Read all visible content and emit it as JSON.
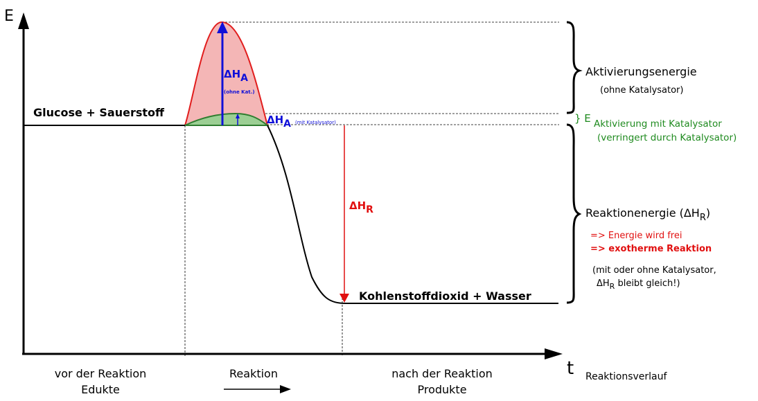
{
  "axes": {
    "y_label": "E",
    "x_label": "t",
    "x_sub": "Reaktionsverlauf"
  },
  "levels": {
    "educts": "Glucose + Sauerstoff",
    "products": "Kohlenstoffdioxid + Wasser"
  },
  "arrows": {
    "dha_main": "ΔH",
    "dha_sub": "A",
    "dha_note": "(ohne Kat.)",
    "dha_cat_main": "ΔH",
    "dha_cat_sub": "A",
    "dha_cat_note": "(mit Katalysator)",
    "dhr_main": "ΔH",
    "dhr_sub": "R"
  },
  "legend": {
    "act_title": "Aktivierungsenergie",
    "act_note": "(ohne Katalysator)",
    "cat_symbol": "} E",
    "cat_title": "Aktivierung mit Katalysator",
    "cat_note": "(verringert durch Katalysator)",
    "react_title": "Reaktionenergie (ΔH",
    "react_sub": "R",
    "react_close": ")",
    "energy_free": "=> Energie wird frei",
    "exothermic": "=> exotherme Reaktion",
    "note_line1": "(mit oder ohne Katalysator,",
    "note_line2_main": "ΔH",
    "note_line2_sub": "R",
    "note_line2_rest": " bleibt gleich!)"
  },
  "phases": {
    "before_line1": "vor der Reaktion",
    "before_line2": "Edukte",
    "during": "Reaktion",
    "after_line1": "nach der Reaktion",
    "after_line2": "Produkte"
  },
  "colors": {
    "axis": "#000000",
    "uncatalyzed_fill": "#f4b6b6",
    "uncatalyzed_stroke": "#e11d1d",
    "catalyzed_fill": "#9ccf94",
    "catalyzed_stroke": "#2f7d2f",
    "delta_a": "#1010d8",
    "delta_r": "#e11010",
    "catalyst_text": "#1e8a1e"
  }
}
